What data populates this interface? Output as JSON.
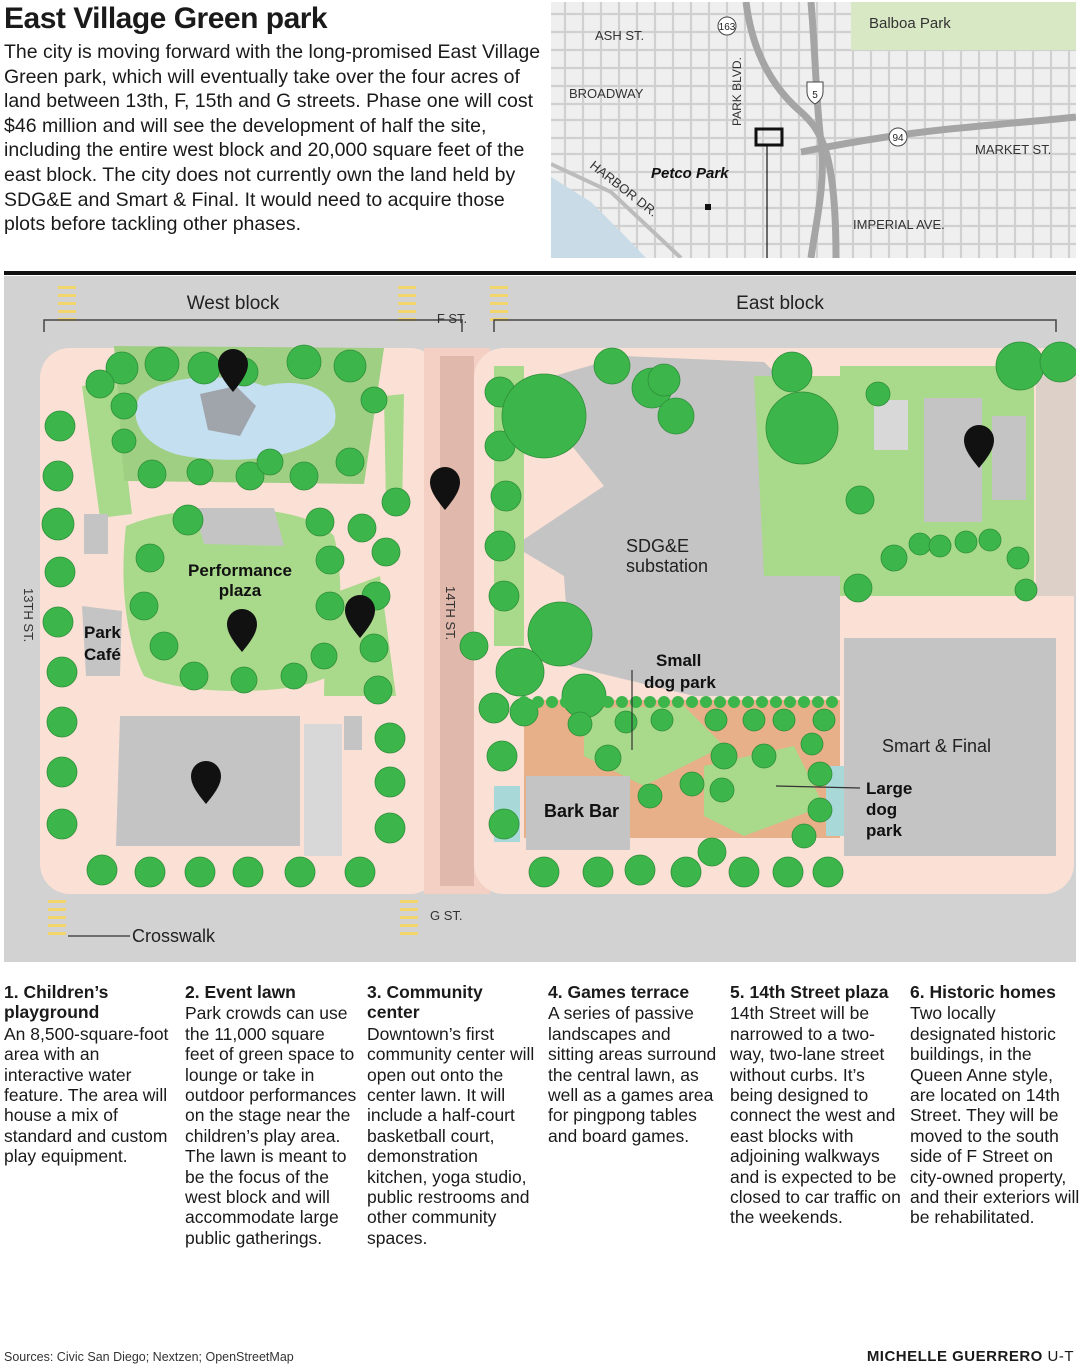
{
  "title": "East Village Green park",
  "intro": "The city is moving forward with the long-promised East Village Green park, which will eventually take over the four acres of land between 13th, F, 15th and G streets. Phase one will cost $46 million and will see the development of half the site, including the entire west block and 20,000 square feet of the east block. The city does not currently own the land held by SDG&E and Smart & Final. It would need to acquire those plots before tackling other phases.",
  "locator": {
    "labels": {
      "ash": "ASH ST.",
      "broadway": "BROADWAY",
      "park_blvd": "PARK BLVD.",
      "harbor": "HARBOR DR.",
      "petco": "Petco Park",
      "balboa": "Balboa Park",
      "market": "MARKET ST.",
      "imperial": "IMPERIAL AVE.",
      "hwy163": "163",
      "hwy5": "5",
      "hwy94": "94"
    }
  },
  "site": {
    "west_block": "West block",
    "east_block": "East block",
    "f_st": "F ST.",
    "g_st": "G ST.",
    "st13": "13TH ST.",
    "st14": "14TH ST.",
    "performance_plaza_1": "Performance",
    "performance_plaza_2": "plaza",
    "park_cafe_1": "Park",
    "park_cafe_2": "Café",
    "sdge_1": "SDG&E",
    "sdge_2": "substation",
    "small_dog_1": "Small",
    "small_dog_2": "dog park",
    "bark_bar": "Bark Bar",
    "smart_final": "Smart & Final",
    "large_dog_1": "Large",
    "large_dog_2": "dog",
    "large_dog_3": "park",
    "crosswalk": "Crosswalk"
  },
  "features": [
    {
      "title": "1. Children’s playground",
      "text": "An 8,500-square-foot area with an interactive water feature. The area will house a mix of standard and custom play equipment."
    },
    {
      "title": "2. Event lawn",
      "text": "Park crowds can use the 11,000 square feet of green space to lounge or take in outdoor performances on the stage near the children’s play area. The lawn is meant to be the focus of the west block and will accommodate large public gatherings."
    },
    {
      "title": "3. Community center",
      "text": "Downtown’s first community center will open out onto the center lawn. It will include a half-court basketball court, demonstration kitchen, yoga studio, public restrooms and other community spaces."
    },
    {
      "title": "4. Games terrace",
      "text": "A series of passive landscapes and sitting areas surround the central lawn, as well as a games area for pingpong tables and board games."
    },
    {
      "title": "5. 14th Street plaza",
      "text": "14th Street will be narrowed to a two-way, two-lane street without curbs. It’s being designed to connect the west and east blocks with adjoining walkways and is expected to be closed to car traffic on the weekends."
    },
    {
      "title": "6. Historic homes",
      "text": "Two locally designated historic buildings, in the Queen Anne style, are located on 14th Street. They will be moved to the south side of F Street on city-owned property, and their exteriors will be rehabilitated."
    }
  ],
  "footer": {
    "sources": "Sources: Civic San Diego; Nextzen; OpenStreetMap",
    "credit": "MICHELLE GUERRERO",
    "org": "U-T"
  },
  "colors": {
    "tree": "#3cb54a",
    "lawn": "#a9d98b",
    "plaza": "#fbe0d6",
    "road": "#d2d2d2",
    "building": "#c4c4c4"
  }
}
